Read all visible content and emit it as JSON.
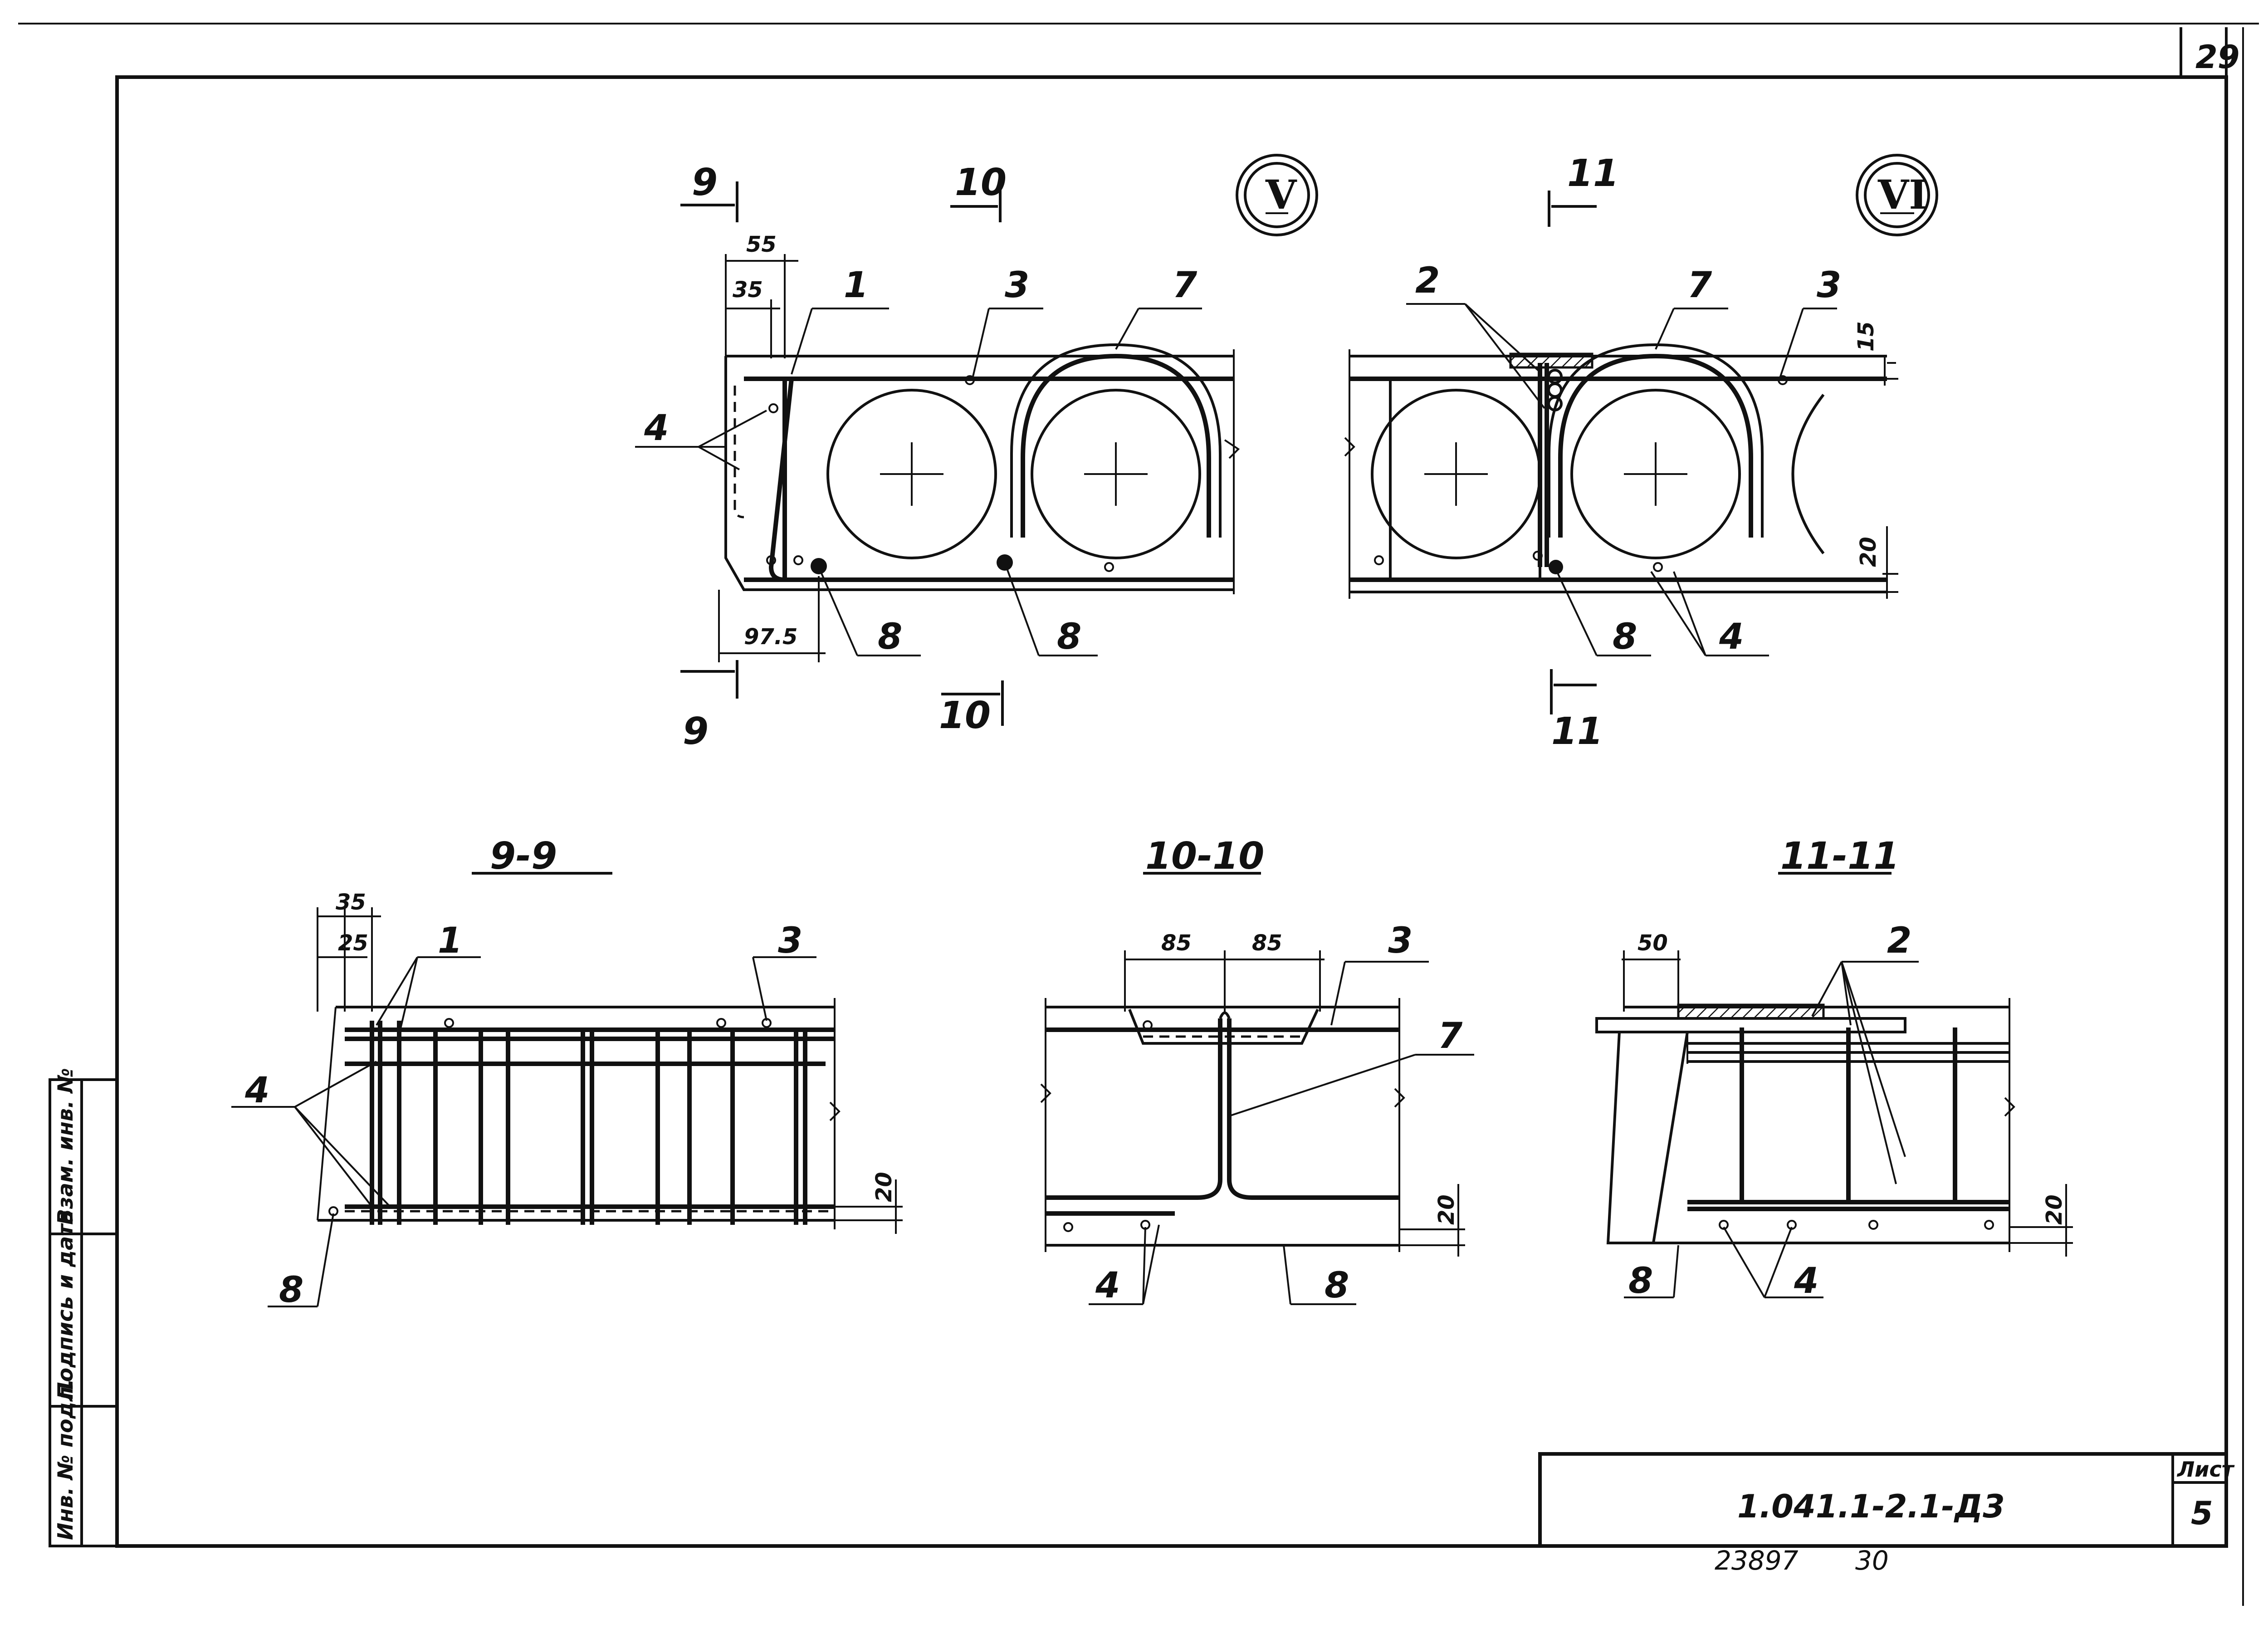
{
  "sheet": {
    "page_number": "29",
    "drawing_code": "1.041.1-2.1-Д3",
    "sheet_label": "Лист",
    "sheet_number": "5",
    "archive_number": "23897",
    "archive_suffix": "30"
  },
  "side_stamp": {
    "field1": "Взам. инв. №",
    "field2": "Подпись и дата",
    "field3": "Инв. № подл."
  },
  "nodes": {
    "node_v": "V",
    "node_vi": "VI"
  },
  "sections": {
    "s9_title": "9-9",
    "s10_title": "10-10",
    "s11_title": "11-11",
    "mark9": "9",
    "mark10": "10",
    "mark11": "11"
  },
  "positions": {
    "p1": "1",
    "p2": "2",
    "p3": "3",
    "p4": "4",
    "p7": "7",
    "p8": "8"
  },
  "dimensions": {
    "d55": "55",
    "d35": "35",
    "d25": "25",
    "d97_5": "97.5",
    "d15": "15",
    "d20": "20",
    "d85": "85",
    "d50": "50"
  }
}
